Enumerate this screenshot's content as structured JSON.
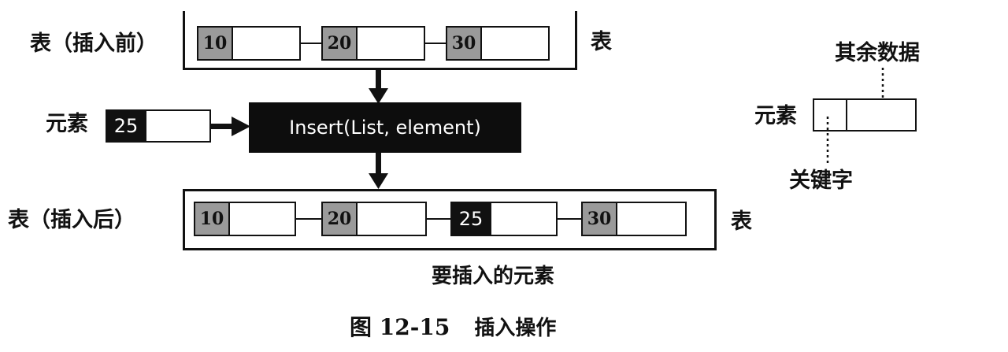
{
  "before": {
    "label": "表（插入前）",
    "right_label": "表",
    "keys": [
      "10",
      "20",
      "30"
    ]
  },
  "element": {
    "label": "元素",
    "key": "25"
  },
  "operation": "Insert(List, element)",
  "after": {
    "label": "表（插入后）",
    "right_label": "表",
    "keys": [
      "10",
      "20",
      "25",
      "30"
    ],
    "new_element_label": "要插入的元素"
  },
  "legend": {
    "rest_data": "其余数据",
    "element": "元素",
    "keyword": "关键字"
  },
  "caption": {
    "number": "图 12-15",
    "title": "插入操作"
  },
  "colors": {
    "key_fill": "#9a9a9a",
    "new_key_fill": "#111111",
    "function_fill": "#0d0d0d"
  }
}
